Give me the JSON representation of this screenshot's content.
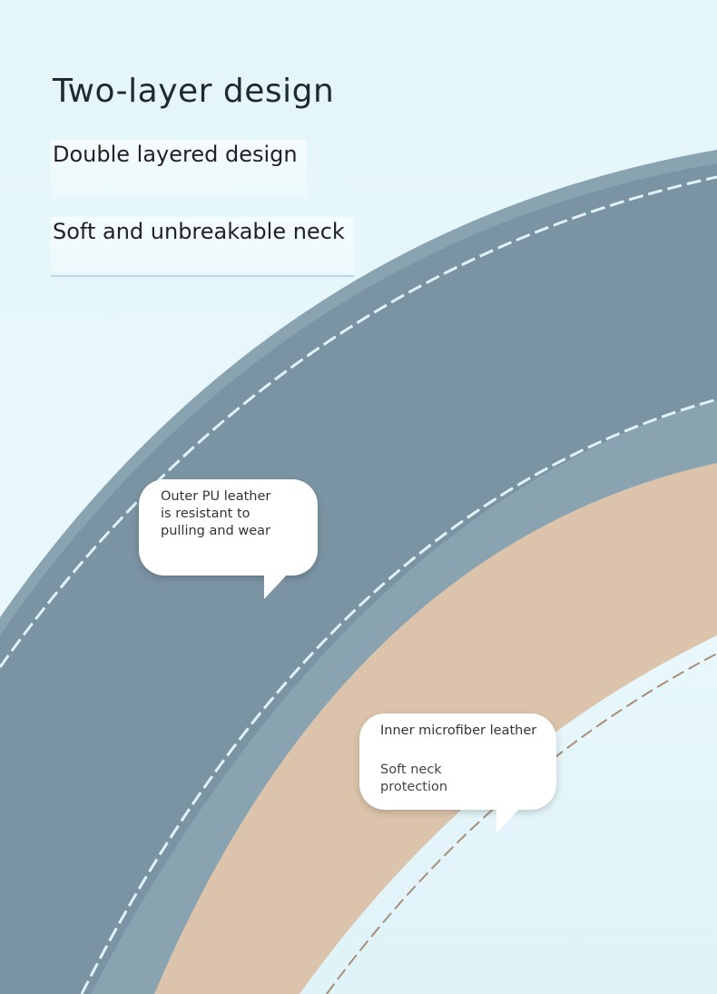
{
  "title": "Two-layer design",
  "subtitles": [
    "Double layered design",
    "Soft and unbreakable neck"
  ],
  "callouts": {
    "outer": {
      "text": "Outer PU leather is resistant to pulling and wear"
    },
    "inner": {
      "title": "Inner microfiber leather",
      "text": "Soft neck protection"
    }
  },
  "colors": {
    "background": "#e6f7fb",
    "outer_leather": "#7f97a5",
    "inner_leather": "#dcc3ab",
    "stitch": "#dff2f7"
  }
}
